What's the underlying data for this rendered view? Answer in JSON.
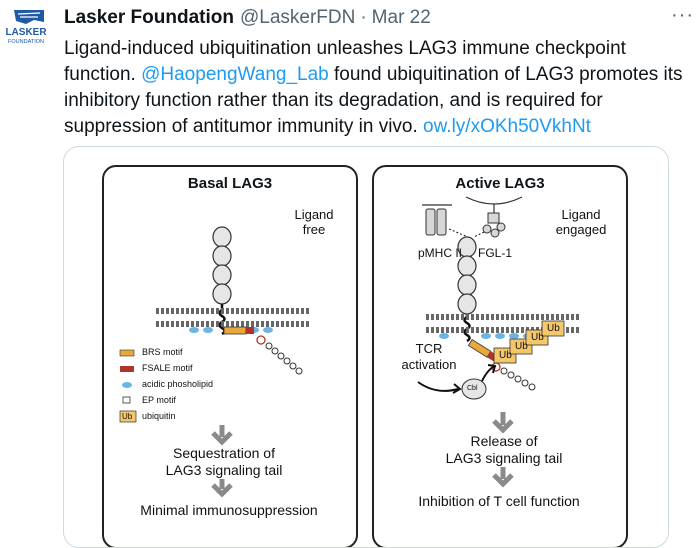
{
  "tweet": {
    "logo_text_top": "LASKER",
    "logo_text_bottom": "FOUNDATION",
    "author_name": "Lasker Foundation",
    "handle": "@LaskerFDN",
    "separator": "·",
    "date": "Mar 22",
    "more_menu": "···",
    "text_part1": "Ligand-induced ubiquitination unleashes LAG3 immune checkpoint function. ",
    "mention": "@HaopengWang_Lab",
    "text_part2": " found ubiquitination of LAG3 promotes its inhibitory function rather than its degradation, and is required for suppression of antitumor immunity in vivo. ",
    "link": "ow.ly/xOKh50VkhNt"
  },
  "figure": {
    "left": {
      "title": "Basal LAG3",
      "ligand_line1": "Ligand",
      "ligand_line2": "free",
      "legend": [
        {
          "label": "BRS motif",
          "swatch": "brs"
        },
        {
          "label": "FSALE motif",
          "swatch": "fsale"
        },
        {
          "label": "acidic phosholipid",
          "swatch": "lipid"
        },
        {
          "label": "EP motif",
          "swatch": "ep"
        },
        {
          "label": "ubiquitin",
          "swatch": "ub",
          "swatch_text": "Ub"
        }
      ],
      "result_line1": "Sequestration of",
      "result_line2": "LAG3 signaling tail",
      "outcome": "Minimal immunosuppression"
    },
    "right": {
      "title": "Active LAG3",
      "ligand_line1": "Ligand",
      "ligand_line2": "engaged",
      "pmhc": "pMHC II",
      "fgl": "FGL-1",
      "tcr_line1": "TCR",
      "tcr_line2": "activation",
      "cbl": "Cbl",
      "ub_label": "Ub",
      "result_line1": "Release of",
      "result_line2": "LAG3 signaling tail",
      "outcome": "Inhibition of T cell function"
    },
    "colors": {
      "brs": "#e8a93a",
      "fsale": "#b0342b",
      "lipid": "#6ab4e6",
      "ub": "#f4c76a",
      "arrow": "#8a8a8a",
      "link": "#1d9bf0"
    }
  }
}
